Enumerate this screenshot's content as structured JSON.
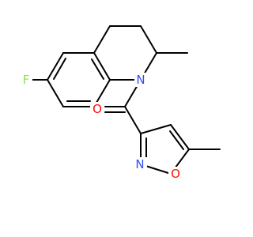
{
  "molecule": {
    "atoms": {
      "F": "F",
      "N1": "N",
      "O_carbonyl": "O",
      "N_isoxazole": "N",
      "O_isoxazole": "O"
    },
    "colors": {
      "bond": "#000000",
      "F": "#90e050",
      "N": "#3050f8",
      "O": "#ff0d0d"
    }
  }
}
